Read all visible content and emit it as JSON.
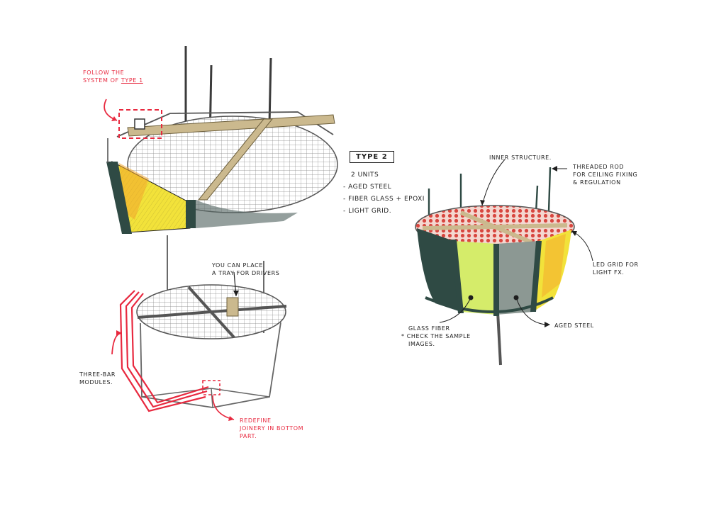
{
  "left_top_note": {
    "line1": "FOLLOW THE",
    "line2_prefix": "SYSTEM OF ",
    "line2_emph": "TYPE 1"
  },
  "tray_note": {
    "line1": "YOU CAN PLACE",
    "line2": "A TRAY FOR DRIVERS"
  },
  "three_bar_note": {
    "line1": "THREE-BAR",
    "line2": "MODULES."
  },
  "redefine_note": {
    "line1": "REDEFINE",
    "line2": "JOINERY IN BOTTOM",
    "line3": "PART."
  },
  "type2": {
    "title": "TYPE 2",
    "units": "2 UNITS",
    "specs": [
      "- AGED STEEL",
      "- FIBER GLASS + EPOXI",
      "- LIGHT GRID."
    ]
  },
  "inner_structure_note": "INNER STRUCTURE.",
  "threaded_rod_note": {
    "line1": "THREADED ROD",
    "line2": "FOR CEILING FIXING",
    "line3": "& REGULATION"
  },
  "led_grid_note": {
    "line1": "LED GRID FOR",
    "line2": "LIGHT FX."
  },
  "glass_fiber_note": {
    "line1": "GLASS FIBER",
    "line2": "* CHECK THE SAMPLE",
    "line3": "IMAGES."
  },
  "aged_steel_note": "AGED STEEL",
  "colors": {
    "ink": "#1e1e1e",
    "annotation_red": "#e8293f",
    "steel_dark": "#2f4a44",
    "yellow": "#f2e23a",
    "green_yellow": "#d5ec6a",
    "orange": "#f3a52b",
    "wood": "#cbb98e",
    "grid": "#8a8a8a",
    "led_red": "#d8463f"
  }
}
